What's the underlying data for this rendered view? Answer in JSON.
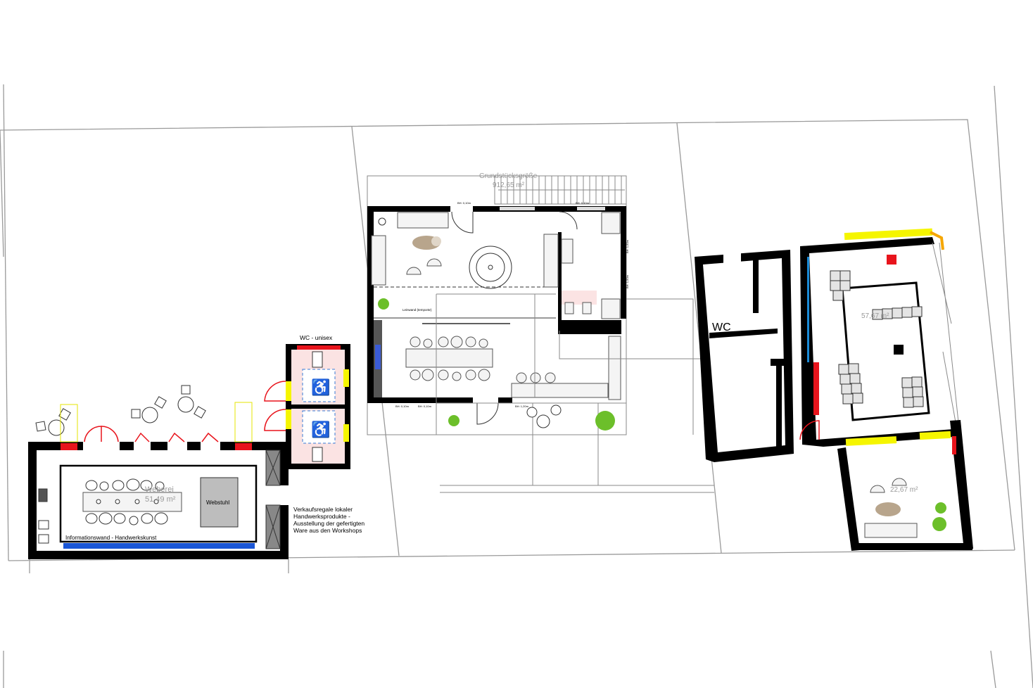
{
  "plot": {
    "title": "Grundstücksgröße",
    "area": "912,65 m²",
    "dimension_labels": [
      "BH: 0,10m",
      "BH: 0,10m",
      "BH: 1,50m",
      "BH: 1,50m",
      "BH: 0,10m",
      "BH: 0,10m",
      "BH: 1,20m"
    ],
    "projection_label": "Leinwand (temporär)"
  },
  "weberei": {
    "name": "Weberei",
    "area": "51,49 m²",
    "loom": "Webstuhl",
    "info_wall": "Informationswand - Handwerkskunst"
  },
  "wc_block": {
    "title": "WC - unisex",
    "icon": "wheelchair-icon"
  },
  "shop_note": {
    "lines": [
      "Verkaufsregale lokaler",
      "Handwerksprodukte -",
      "Ausstellung der gefertigten",
      "Ware aus den Workshops"
    ]
  },
  "east_building": {
    "wc_label": "WC",
    "hall_area": "57,67 m²",
    "lounge_area": "22,67 m²"
  },
  "colors": {
    "wall": "#000000",
    "red": "#e8141c",
    "yellow": "#f5f500",
    "blue": "#1a56d6",
    "pink": "#fbe3e3",
    "plant": "#6cbf2a"
  }
}
